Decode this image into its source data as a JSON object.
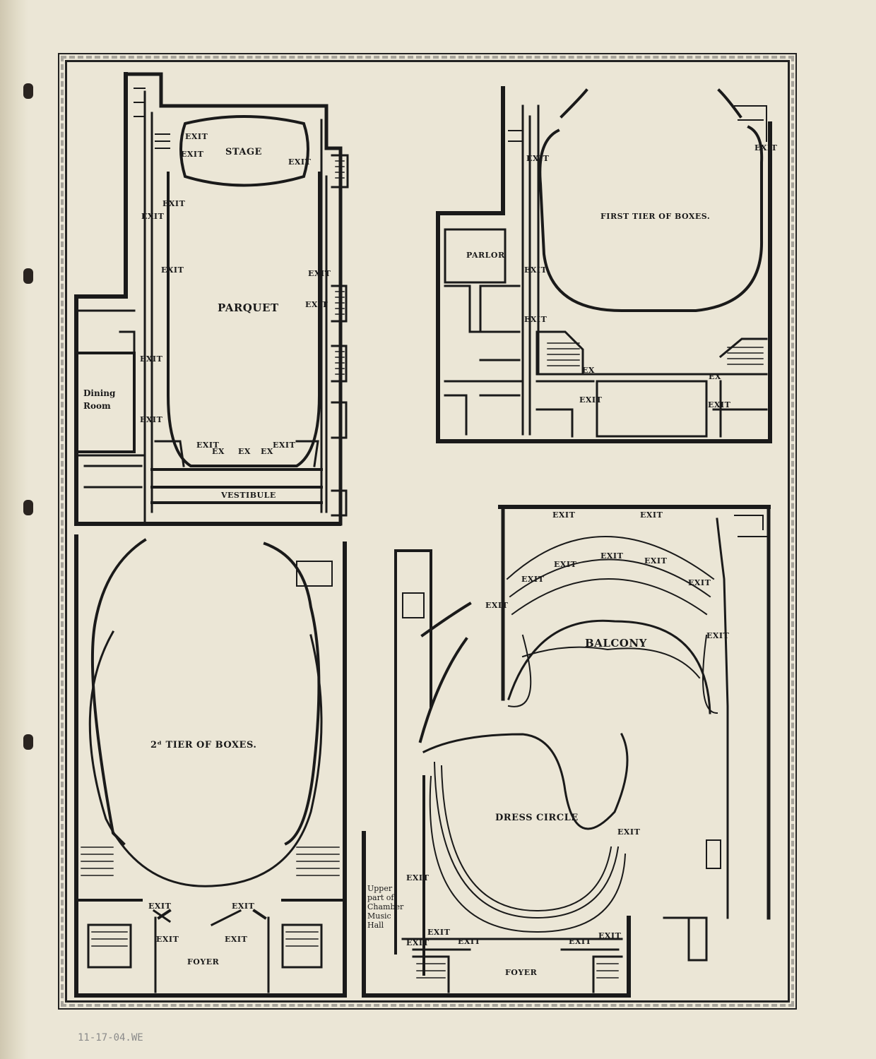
{
  "labels": {
    "stage": "STAGE",
    "parquet": "PARQUET",
    "vestibule": "VESTIBULE",
    "dining_room": "Dining Room",
    "first_tier": "FIRST TIER OF BOXES.",
    "parlor": "PARLOR",
    "second_tier": "2ᵈ TIER OF BOXES.",
    "foyer": "FOYER",
    "balcony": "BALCONY",
    "dress_circle": "DRESS CIRCLE",
    "upper_part_note": "Upper part of Chamber Music Hall",
    "exit": "EXIT",
    "ex": "EX"
  },
  "pencil_note": "11-17-04.WE"
}
